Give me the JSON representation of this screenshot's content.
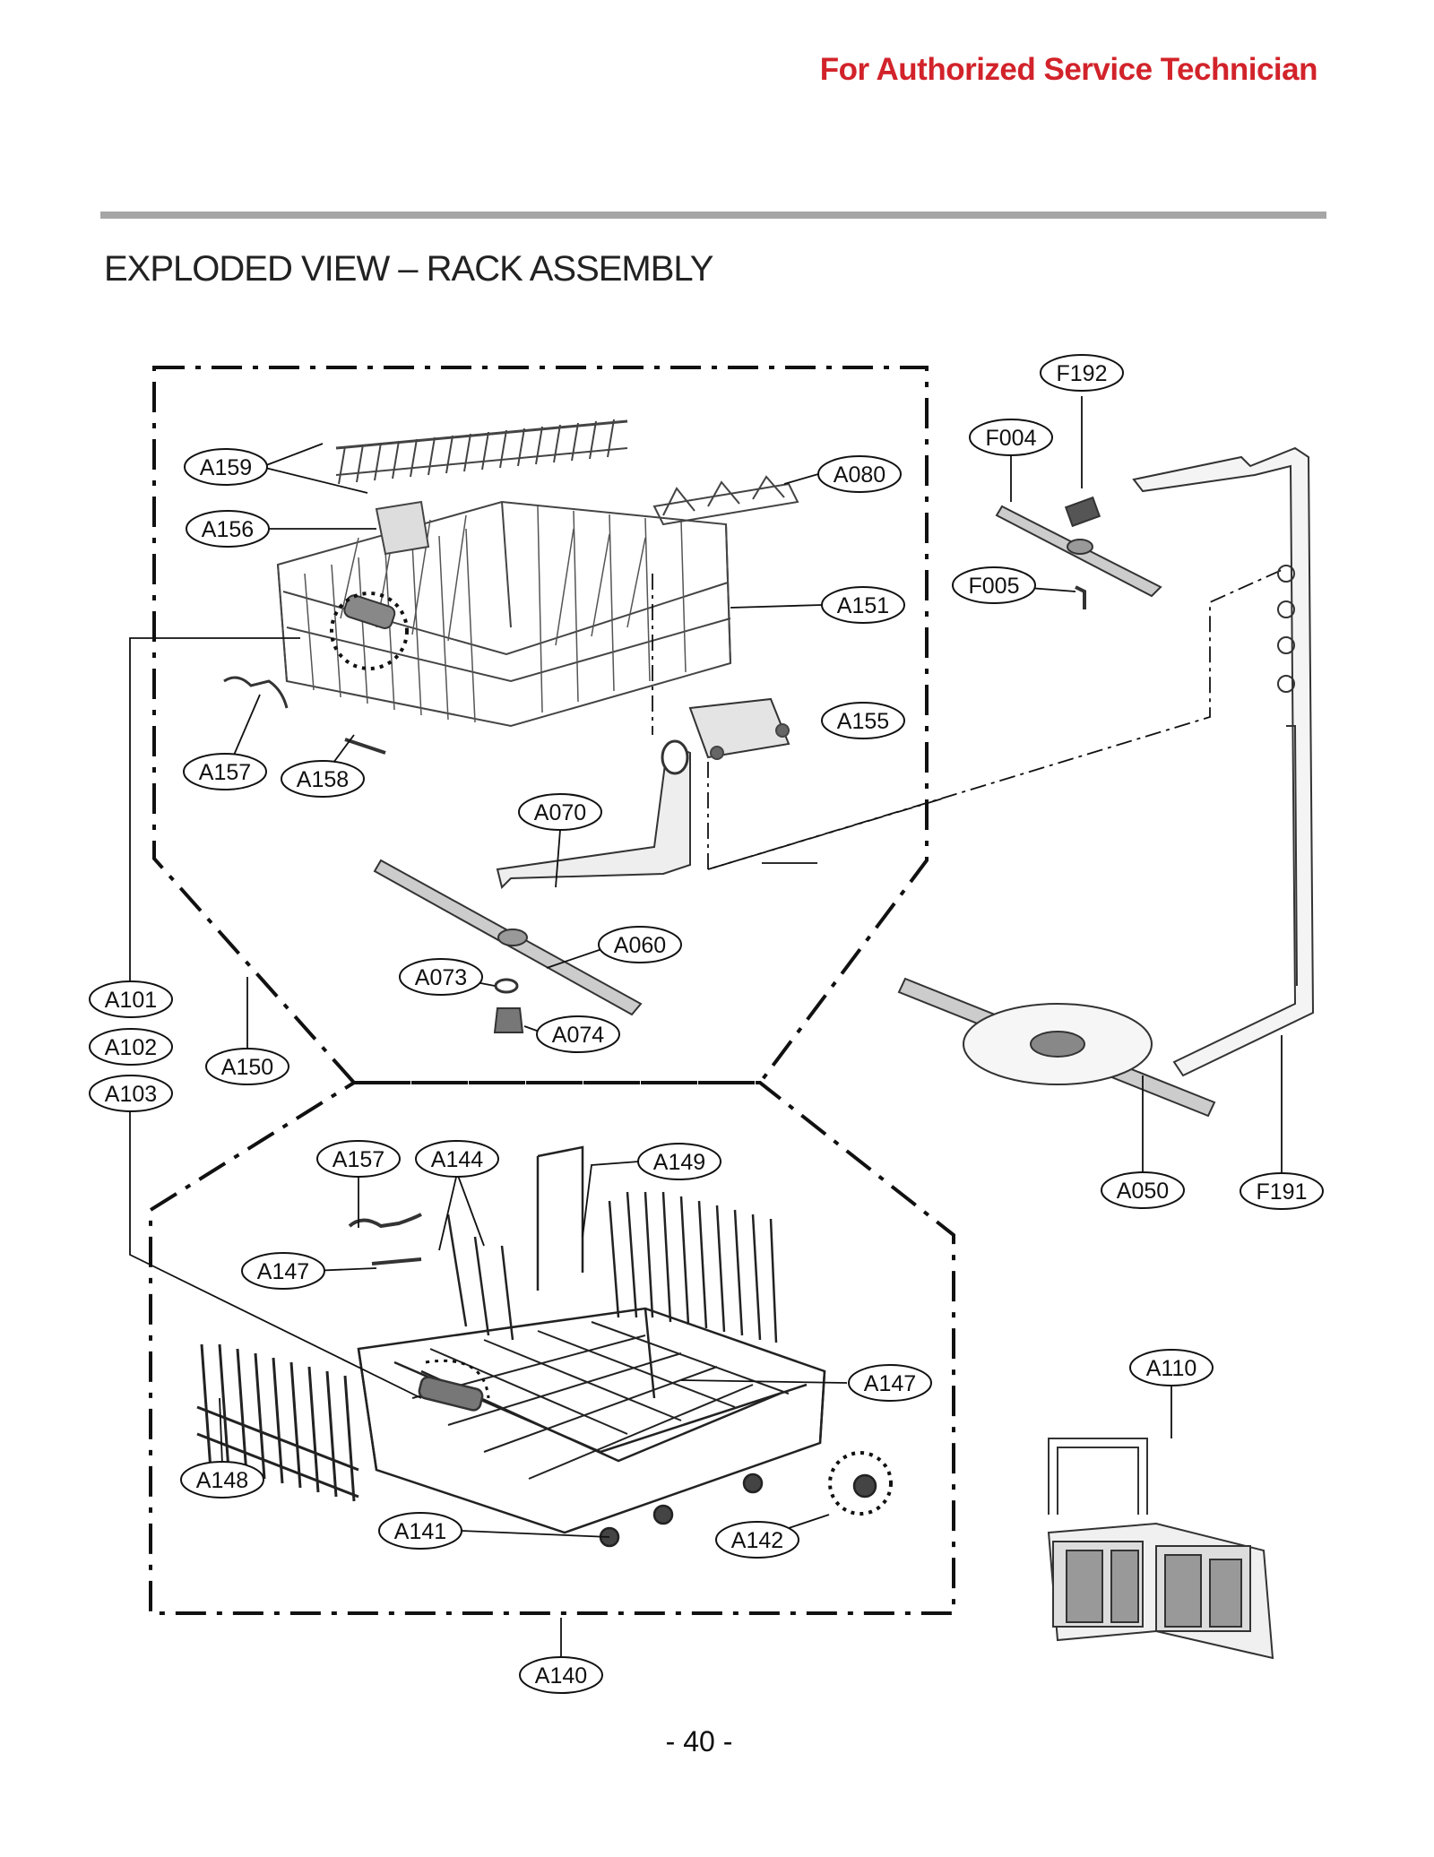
{
  "header": {
    "note": "For Authorized Service Technician"
  },
  "title": "EXPLODED VIEW – RACK ASSEMBLY",
  "page_number": "- 40 -",
  "callouts": {
    "A159": "A159",
    "A156": "A156",
    "A080": "A080",
    "A151": "A151",
    "A155": "A155",
    "A157_upper": "A157",
    "A158": "A158",
    "A070": "A070",
    "A060": "A060",
    "A073": "A073",
    "A074": "A074",
    "A101": "A101",
    "A102": "A102",
    "A103": "A103",
    "A150": "A150",
    "F192": "F192",
    "F004": "F004",
    "F005": "F005",
    "A050": "A050",
    "F191": "F191",
    "A157_lower": "A157",
    "A144": "A144",
    "A149": "A149",
    "A147_left": "A147",
    "A147_right": "A147",
    "A148": "A148",
    "A141": "A141",
    "A142": "A142",
    "A140": "A140",
    "A110": "A110"
  }
}
